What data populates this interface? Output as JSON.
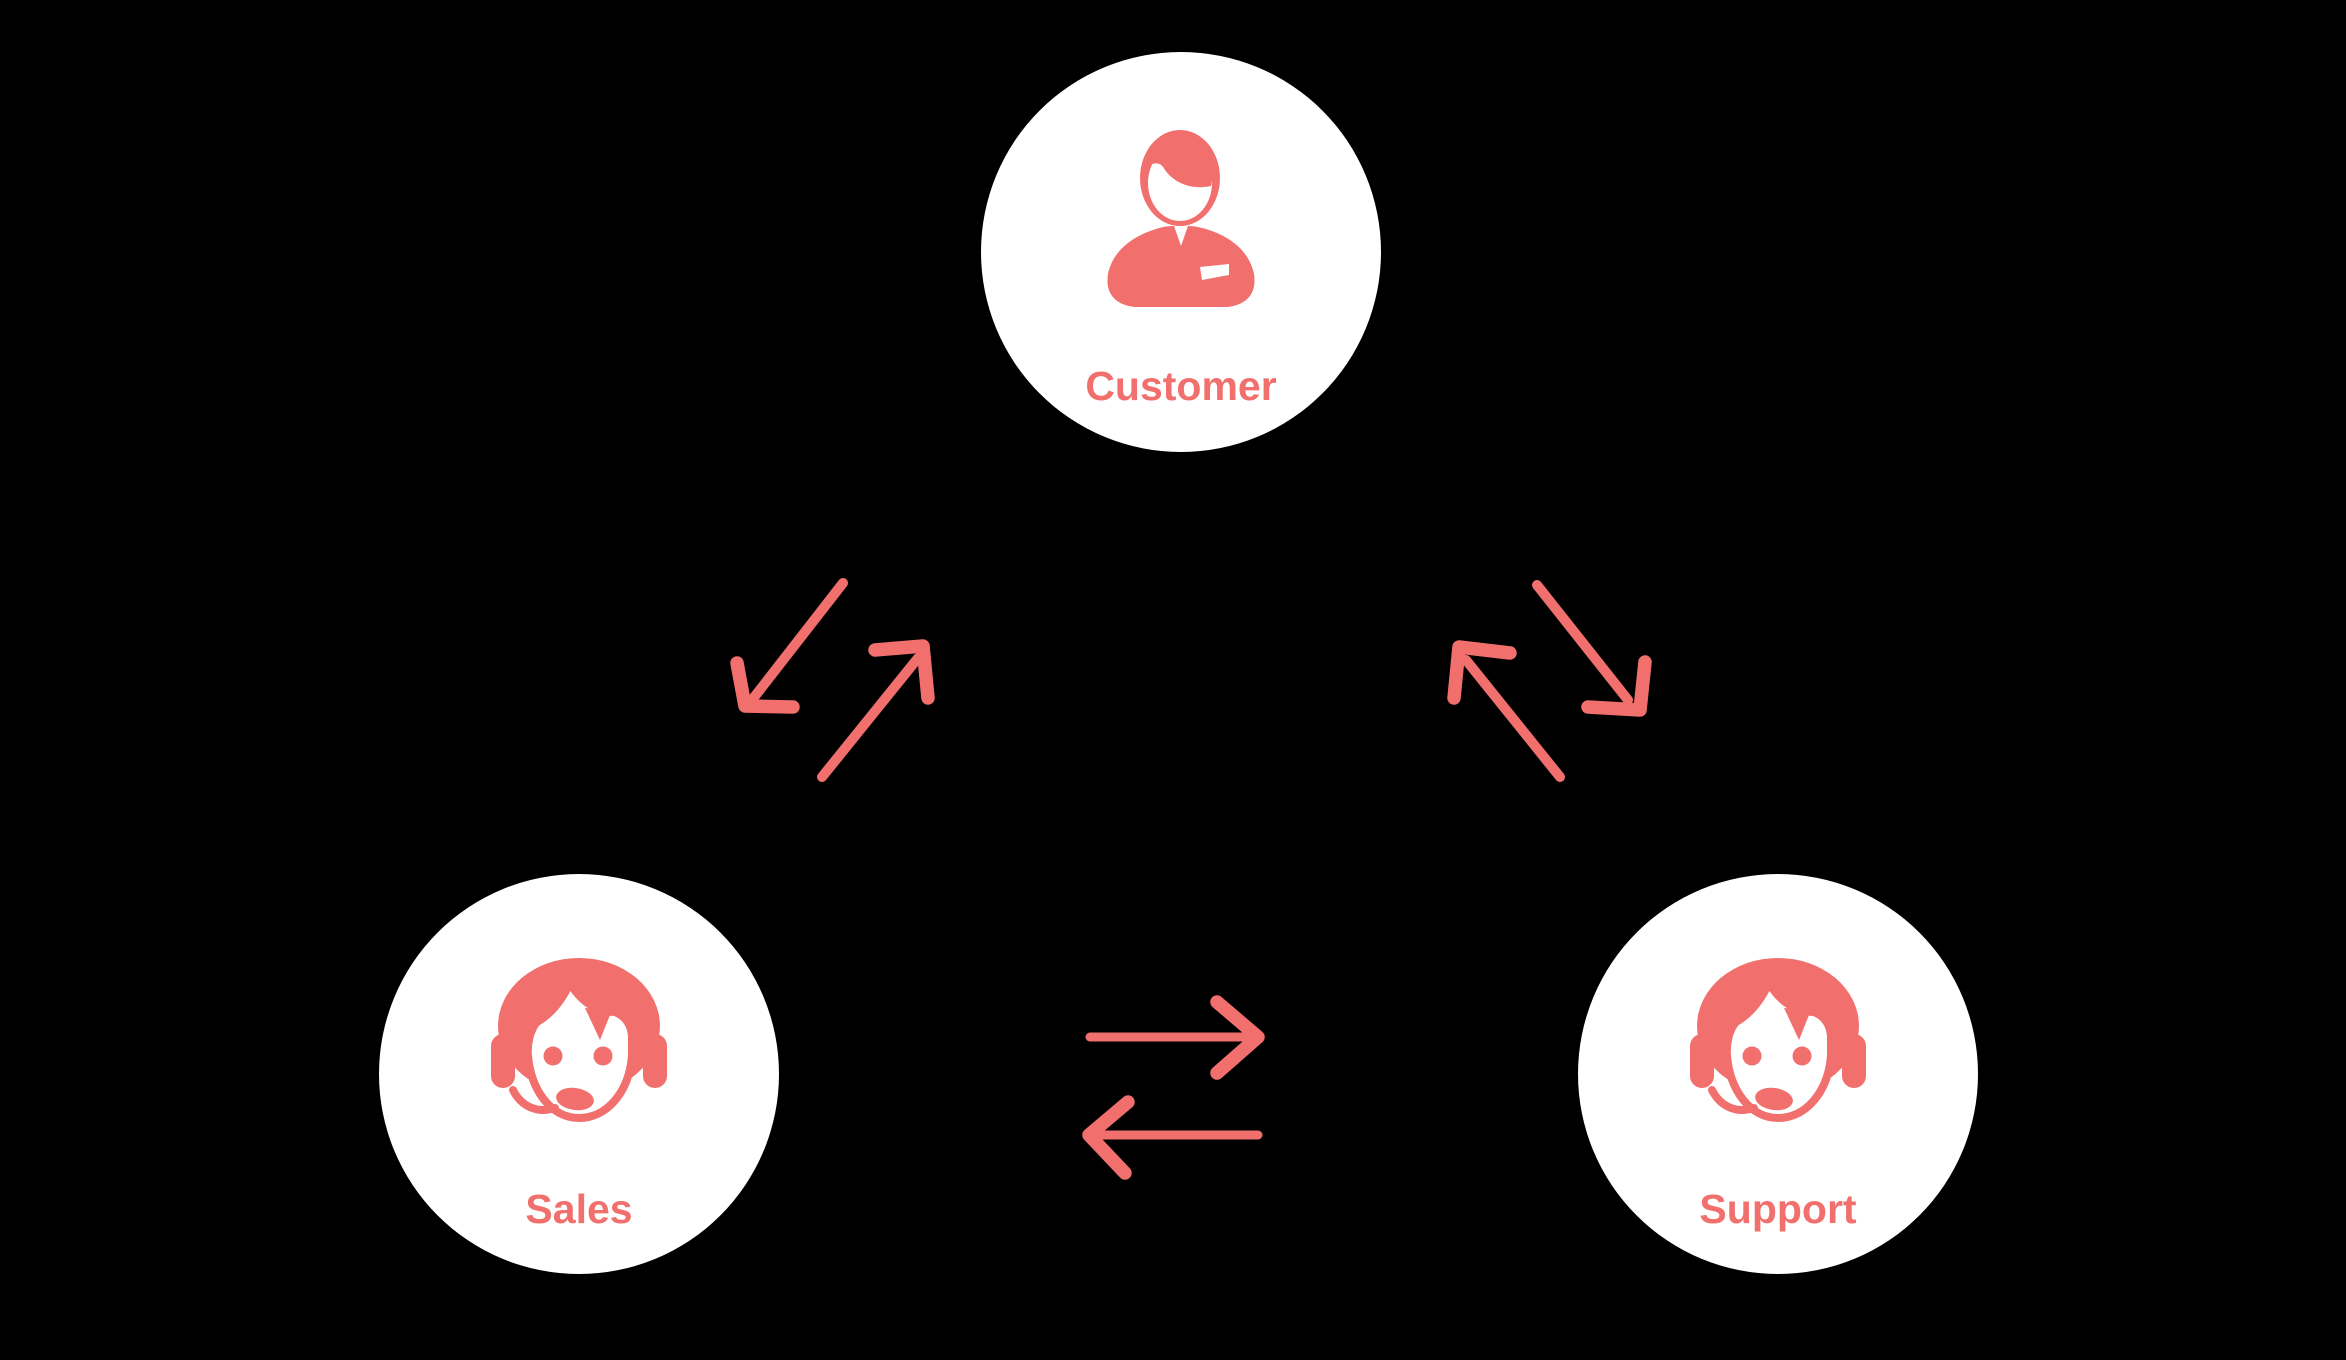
{
  "diagram": {
    "type": "cycle",
    "background": "#000000",
    "accent": "#f1706e",
    "node_fill": "#ffffff",
    "nodes": [
      {
        "id": "customer",
        "label": "Customer",
        "icon": "customer-person-icon",
        "position": "top-center"
      },
      {
        "id": "sales",
        "label": "Sales",
        "icon": "sales-agent-headset-icon",
        "position": "bottom-left"
      },
      {
        "id": "support",
        "label": "Support",
        "icon": "support-agent-headset-icon",
        "position": "bottom-right"
      }
    ],
    "edges": [
      {
        "from": "customer",
        "to": "sales",
        "arrow": "one-way"
      },
      {
        "from": "sales",
        "to": "customer",
        "arrow": "one-way"
      },
      {
        "from": "customer",
        "to": "support",
        "arrow": "one-way"
      },
      {
        "from": "support",
        "to": "customer",
        "arrow": "one-way"
      },
      {
        "from": "sales",
        "to": "support",
        "arrow": "one-way"
      },
      {
        "from": "support",
        "to": "sales",
        "arrow": "one-way"
      }
    ]
  }
}
